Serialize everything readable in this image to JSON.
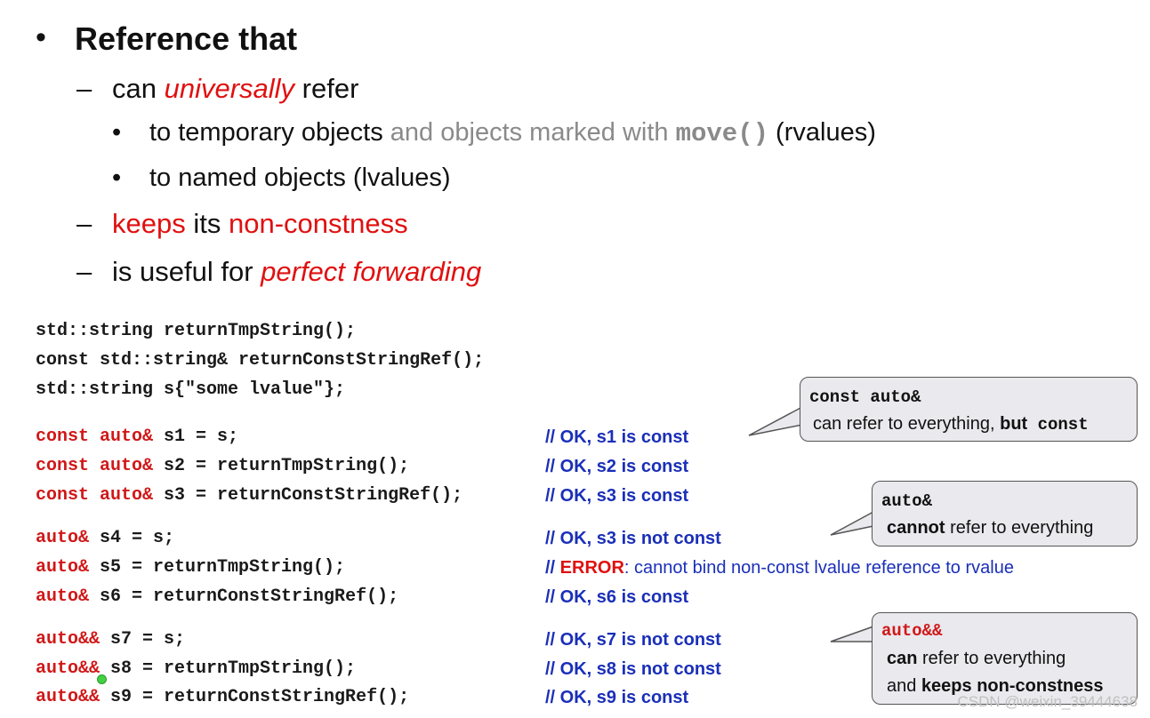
{
  "bullets": {
    "b1": {
      "title": "Reference that"
    },
    "b2": {
      "pre": "can ",
      "em": "universally",
      "post": " refer"
    },
    "b3": {
      "pre": "to temporary objects ",
      "gray": "and objects marked with ",
      "code": "move()",
      "post": " (rvalues)"
    },
    "b4": {
      "text": "to named objects (lvalues)"
    },
    "b5": {
      "red1": "keeps",
      "mid": " its ",
      "red2": "non-constness"
    },
    "b6": {
      "pre": "is useful for ",
      "em": "perfect forwarding"
    }
  },
  "code": {
    "decl1": "std::string returnTmpString();",
    "decl2": "const std::string& returnConstStringRef();",
    "decl3": "std::string s{\"some lvalue\"};",
    "rows": [
      {
        "kw": "const auto&",
        "rest": " s1 = s;",
        "comment": "// OK, s1 is const"
      },
      {
        "kw": "const auto&",
        "rest": " s2 = returnTmpString();",
        "comment": "// OK, s2 is const"
      },
      {
        "kw": "const auto&",
        "rest": " s3 = returnConstStringRef();",
        "comment": "// OK, s3 is const"
      },
      {
        "kw": "auto&",
        "rest": " s4 = s;",
        "comment": "// OK, s3 is not const"
      },
      {
        "kw": "auto&",
        "rest": " s5 = returnTmpString();",
        "comment_pre": "// ",
        "comment_err": "ERROR",
        "comment_post": ": cannot bind non-const lvalue reference to rvalue"
      },
      {
        "kw": "auto&",
        "rest": " s6 = returnConstStringRef();",
        "comment": "// OK, s6 is const"
      },
      {
        "kw": "auto&&",
        "rest": " s7 = s;",
        "comment": "// OK, s7 is not const"
      },
      {
        "kw": "auto&&",
        "rest": " s8 = returnTmpString();",
        "comment": "// OK, s8 is not const"
      },
      {
        "kw": "auto&&",
        "rest": " s9 = returnConstStringRef();",
        "comment": "// OK, s9 is const"
      }
    ]
  },
  "callouts": {
    "c1": {
      "head": "const auto&",
      "l2_pre": "can refer to everything, ",
      "l2_bold": "but",
      "l2_code": " const"
    },
    "c2": {
      "head": "auto&",
      "l2_bold": "cannot",
      "l2_post": " refer to everything"
    },
    "c3": {
      "head": "auto&&",
      "l2_bold": "can",
      "l2_post": " refer to everything",
      "l3_pre": "and ",
      "l3_bold": "keeps non-constness"
    }
  },
  "watermark": "CSDN @weixin_39444638",
  "colors": {
    "keyword_red": "#d01818",
    "comment_blue": "#1a2fb8",
    "callout_bg": "#e9e9ee"
  }
}
